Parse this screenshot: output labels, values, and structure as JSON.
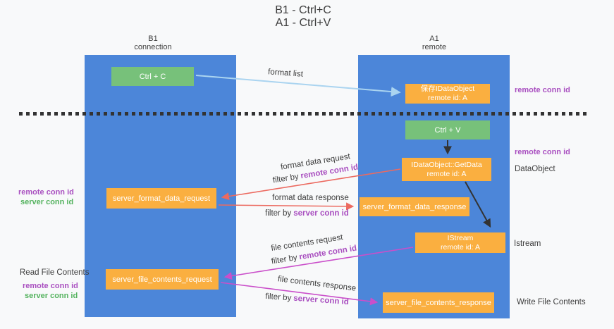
{
  "title": {
    "line1": "B1 - Ctrl+C",
    "line2": "A1 - Ctrl+V"
  },
  "columns": {
    "left": {
      "name": "B1",
      "role": "connection"
    },
    "right": {
      "name": "A1",
      "role": "remote"
    }
  },
  "boxes": {
    "ctrl_c": "Ctrl + C",
    "ctrl_v": "Ctrl + V",
    "save_dataobject": {
      "line1": "保存IDataObject",
      "line2": "remote id: A"
    },
    "getdata": {
      "line1": "IDataObject::GetData",
      "line2": "remote id: A"
    },
    "istream": {
      "line1": "IStream",
      "line2": "remote id: A"
    },
    "server_format_data_request": "server_format_data_request",
    "server_format_data_response": "server_format_data_response",
    "server_file_contents_request": "server_file_contents_request",
    "server_file_contents_response": "server_file_contents_response"
  },
  "arrow_labels": {
    "format_list": "format list",
    "format_data_request": "format data request",
    "format_data_response": "format data response",
    "file_contents_request": "file contents request",
    "file_contents_response": "file contents response",
    "filter_by": "filter by",
    "remote_conn_id": "remote conn id",
    "server_conn_id": "server conn id"
  },
  "side_labels": {
    "remote_conn_id": "remote conn id",
    "server_conn_id": "server conn id",
    "dataobject": "DataObject",
    "istream": "Istream",
    "read_file_contents": "Read File Contents",
    "write_file_contents": "Write File Contents"
  },
  "colors": {
    "column_blue": "#4c86d9",
    "box_green": "#77c17a",
    "box_orange": "#faaf40",
    "arrow_light_blue": "#aad4f0",
    "arrow_red": "#ec6a60",
    "arrow_magenta": "#ca4fca",
    "arrow_black": "#333333",
    "text_purple": "#a94fc0",
    "text_green": "#55b35f",
    "text_dark": "#3d3d3d"
  }
}
